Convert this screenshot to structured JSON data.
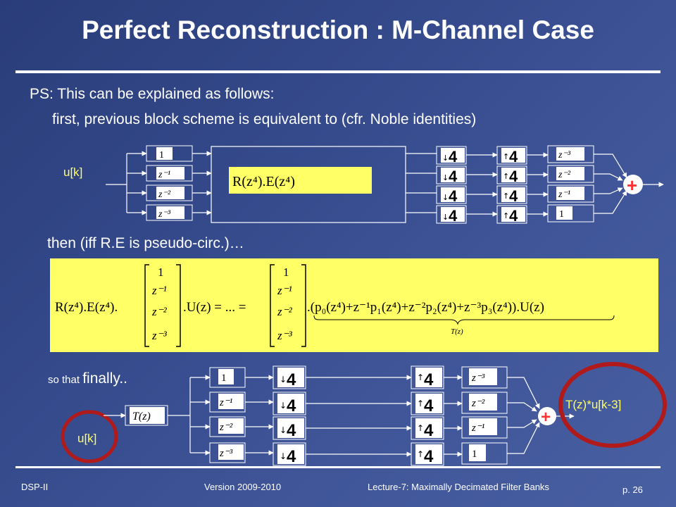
{
  "slide": {
    "title": "Perfect Reconstruction : M-Channel Case",
    "line1": "PS: This can be explained as follows:",
    "line2": "first, previous block scheme is equivalent to (cfr. Noble identities)",
    "line3": "then (iff R.E is pseudo-circ.)…",
    "line4_small": "so that ",
    "line4_big": "finally..",
    "input_label_top": "u[k]",
    "input_label_bottom": "u[k]",
    "output_label": "T(z)*u[k-3]",
    "matrix_block": "R(z⁴).E(z⁴)",
    "t_block": "T(z)",
    "factor": "4",
    "adder": "+",
    "delays_in": [
      "1",
      "z⁻¹",
      "z⁻²",
      "z⁻³"
    ],
    "delays_out": [
      "z⁻³",
      "z⁻²",
      "z⁻¹",
      "1"
    ],
    "equation": "R(z⁴).E(z⁴).[1; z⁻¹; z⁻²; z⁻³].U(z) = ... = [1; z⁻¹; z⁻²; z⁻³].(p₀(z⁴)+z⁻¹p₁(z⁴)+z⁻²p₂(z⁴)+z⁻³p₃(z⁴)).U(z)",
    "equation_underbrace": "T(z)"
  },
  "footer": {
    "left": "DSP-II",
    "center": "Version 2009-2010",
    "right": "Lecture-7: Maximally Decimated Filter Banks",
    "page": "p. 26"
  },
  "colors": {
    "highlight": "#ffff66",
    "circle": "#b01a1a"
  }
}
